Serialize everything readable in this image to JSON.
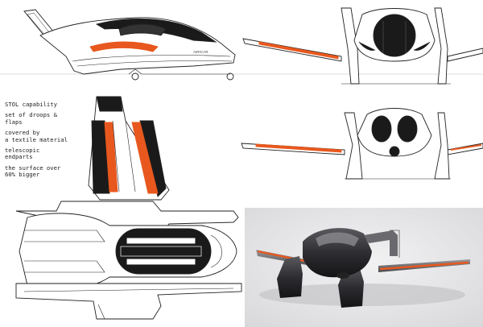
{
  "annotations": [
    "STOL capability",
    "set of droops &\nflaps",
    "covered by\na textile material",
    "telescopic\nendparts",
    "the surface over\n60% bigger"
  ],
  "side_view_plate": "AIR•CAR",
  "colors": {
    "paper": "#ffffff",
    "line": "#222222",
    "dark": "#1a1a1a",
    "accent": "#e8581e",
    "render_bg": "#e6e6e8"
  }
}
